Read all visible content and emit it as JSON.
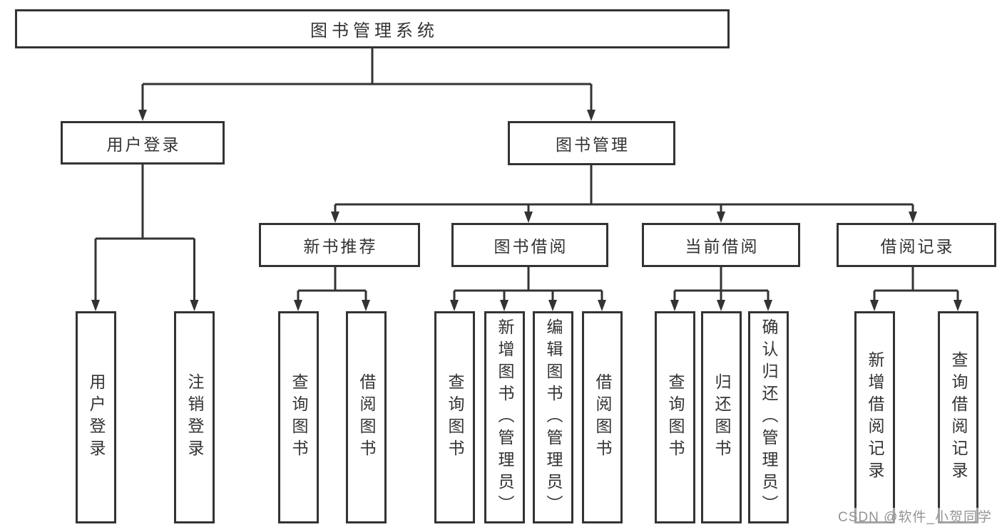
{
  "diagram_title": "图书管理系统",
  "nodes": {
    "root": "图书管理系统",
    "branches": [
      {
        "label": "用户登录"
      },
      {
        "label": "图书管理"
      }
    ],
    "modules": [
      {
        "label": "新书推荐"
      },
      {
        "label": "图书借阅"
      },
      {
        "label": "当前借阅"
      },
      {
        "label": "借阅记录"
      }
    ],
    "leaves": {
      "user_login": "用户登录",
      "logout": "注销登录",
      "recommend_query_books": "查询图书",
      "recommend_borrow_books": "借阅图书",
      "borrow_query_books": "查询图书",
      "borrow_add_books": "新增图书（管理员）",
      "borrow_edit_books": "编辑图书（管理员）",
      "borrow_borrow_books": "借阅图书",
      "current_query_books": "查询图书",
      "current_return_books": "归还图书",
      "current_confirm_return": "确认归还（管理员）",
      "records_add_record": "新增借阅记录",
      "records_query_record": "查询借阅记录"
    }
  },
  "watermark": "CSDN @软件_小贺同学",
  "colors": {
    "line": "#333333",
    "text": "#333333",
    "box_background": "#ffffff",
    "page_background": "#ffffff",
    "watermark_text": "#949494"
  }
}
